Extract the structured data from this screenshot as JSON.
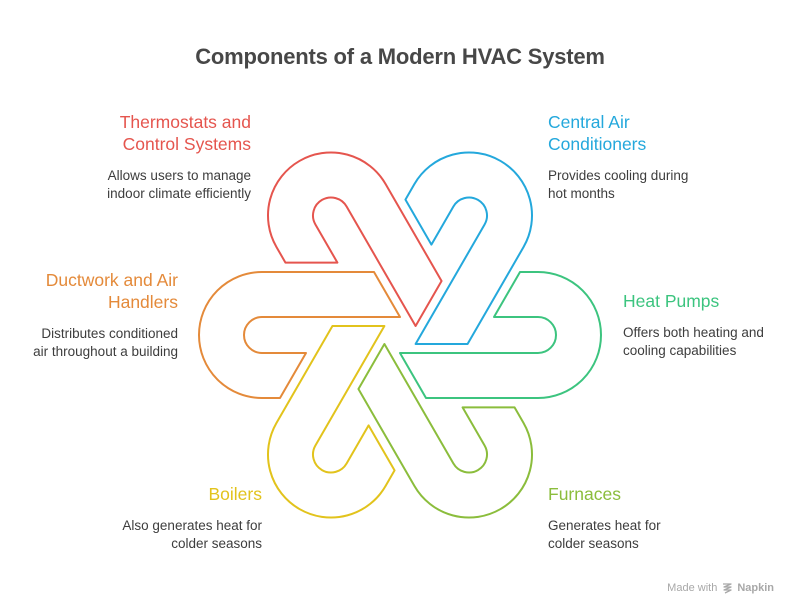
{
  "title": "Components of a Modern HVAC System",
  "components": [
    {
      "id": "thermostats",
      "title": "Thermostats and Control Systems",
      "title_lines": [
        "Thermostats and",
        "Control Systems"
      ],
      "description_lines": [
        "Allows users to manage",
        "indoor climate efficiently"
      ],
      "color": "#e5554e"
    },
    {
      "id": "central-air",
      "title": "Central Air Conditioners",
      "title_lines": [
        "Central Air",
        "Conditioners"
      ],
      "description_lines": [
        "Provides cooling during",
        "hot months"
      ],
      "color": "#24a8dc"
    },
    {
      "id": "heat-pumps",
      "title": "Heat Pumps",
      "title_lines": [
        "Heat Pumps"
      ],
      "description_lines": [
        "Offers both heating and",
        "cooling capabilities"
      ],
      "color": "#3cc47f"
    },
    {
      "id": "furnaces",
      "title": "Furnaces",
      "title_lines": [
        "Furnaces"
      ],
      "description_lines": [
        "Generates heat for",
        "colder seasons"
      ],
      "color": "#8bbd3c"
    },
    {
      "id": "boilers",
      "title": "Boilers",
      "title_lines": [
        "Boilers"
      ],
      "description_lines": [
        "Also generates heat for",
        "colder seasons"
      ],
      "color": "#e2c31c"
    },
    {
      "id": "ductwork",
      "title": "Ductwork and Air Handlers",
      "title_lines": [
        "Ductwork and Air",
        "Handlers"
      ],
      "description_lines": [
        "Distributes conditioned",
        "air throughout a building"
      ],
      "color": "#e48a3a"
    }
  ],
  "footer": {
    "made_with": "Made with",
    "brand": "Napkin",
    "icon": "napkin-logo-icon"
  }
}
